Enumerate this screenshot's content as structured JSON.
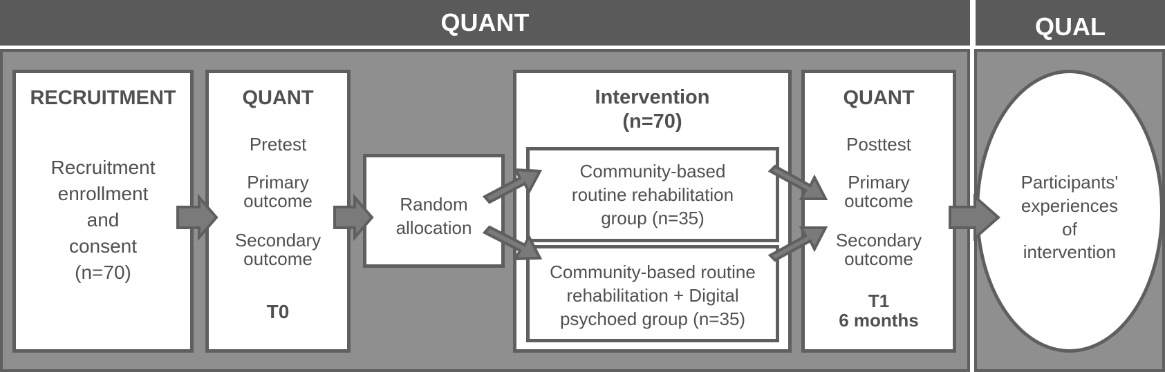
{
  "headers": {
    "quant": "QUANT",
    "qual": "QUAL"
  },
  "recruitment": {
    "title": "RECRUITMENT",
    "body": "Recruitment\nenrollment\nand\nconsent\n(n=70)"
  },
  "pretest": {
    "title": "QUANT",
    "label": "Pretest",
    "primary": "Primary\noutcome",
    "secondary": "Secondary\noutcome",
    "time": "T0"
  },
  "allocation": {
    "label": "Random\nallocation"
  },
  "intervention": {
    "title": "Intervention\n(n=70)",
    "group1": "Community-based\nroutine rehabilitation\ngroup (n=35)",
    "group2": "Community-based routine\nrehabilitation + Digital\npsychoed group (n=35)"
  },
  "posttest": {
    "title": "QUANT",
    "label": "Posttest",
    "primary": "Primary\noutcome",
    "secondary": "Secondary\noutcome",
    "time": "T1\n6 months"
  },
  "qual": {
    "label": "Participants'\nexperiences\nof\nintervention"
  },
  "colors": {
    "header_bg": "#5a5a5a",
    "panel_bg": "#8f8f8f",
    "border": "#5f5f5f",
    "arrow_fill": "#7a7a7a",
    "text": "#505050"
  }
}
